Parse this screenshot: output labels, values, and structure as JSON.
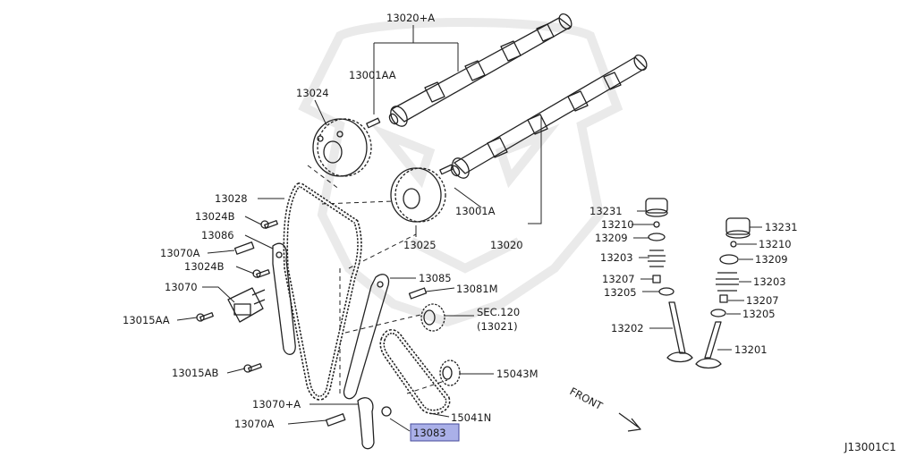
{
  "diagram_ref": "J13001C1",
  "front_label": "FRONT",
  "callouts": {
    "c13020A": "13020+A",
    "c13001AA": "13001AA",
    "c13024": "13024",
    "c13028": "13028",
    "c13024B_1": "13024B",
    "c13086": "13086",
    "c13070A_1": "13070A",
    "c13024B_2": "13024B",
    "c13070": "13070",
    "c13015AA": "13015AA",
    "c13015AB": "13015AB",
    "c13070plusA": "13070+A",
    "c13070A_2": "13070A",
    "c13001A": "13001A",
    "c13025": "13025",
    "c13020": "13020",
    "c13085": "13085",
    "c13081M": "13081M",
    "sec120_line1": "SEC.120",
    "sec120_line2": "(13021)",
    "c15043M": "15043M",
    "c15041N": "15041N",
    "c13083": "13083",
    "c13231_1": "13231",
    "c13210_1": "13210",
    "c13209_1": "13209",
    "c13203_1": "13203",
    "c13207_1": "13207",
    "c13205_1": "13205",
    "c13202": "13202",
    "c13231_2": "13231",
    "c13210_2": "13210",
    "c13209_2": "13209",
    "c13203_2": "13203",
    "c13207_2": "13207",
    "c13205_2": "13205",
    "c13201": "13201"
  },
  "highlighted_part": "13083",
  "colors": {
    "ink": "#222222",
    "highlight_fill": "#aab0e8",
    "watermark": "#e8e8e8"
  }
}
